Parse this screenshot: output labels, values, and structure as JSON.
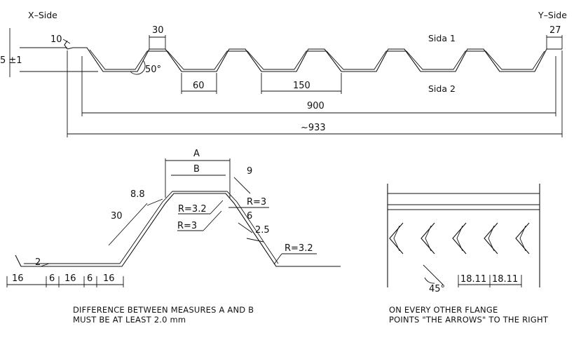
{
  "profile": {
    "x_side": "X–Side",
    "y_side": "Y–Side",
    "sida1": "Sida 1",
    "sida2": "Sida 2",
    "height_dim": "5 ±1",
    "lip_dim": "10",
    "crest_dim": "30",
    "end_dim": "27",
    "angle": "50°",
    "valley_dim": "60",
    "pitch_dim": "150",
    "cover_width": "900",
    "total_width": "~933"
  },
  "detail": {
    "a_label": "A",
    "b_label": "B",
    "dim_9": "9",
    "dim_8_8": "8.8",
    "dim_30": "30",
    "r32_top": "R=3.2",
    "r3_right": "R=3",
    "r3_left": "R=3",
    "dim_6": "6",
    "dim_2_5": "2.5",
    "r32_bottom": "R=3.2",
    "dim_2": "2",
    "bottom_dims": [
      "16",
      "6",
      "16",
      "6",
      "16"
    ],
    "note_line1": "DIFFERENCE BETWEEN MEASURES A AND B",
    "note_line2": "MUST BE AT LEAST 2.0 mm"
  },
  "flange": {
    "angle": "45°",
    "dim1": "18.11",
    "dim2": "18.11",
    "note_line1": "ON EVERY OTHER FLANGE",
    "note_line2": "POINTS \"THE ARROWS\" TO THE RIGHT"
  }
}
